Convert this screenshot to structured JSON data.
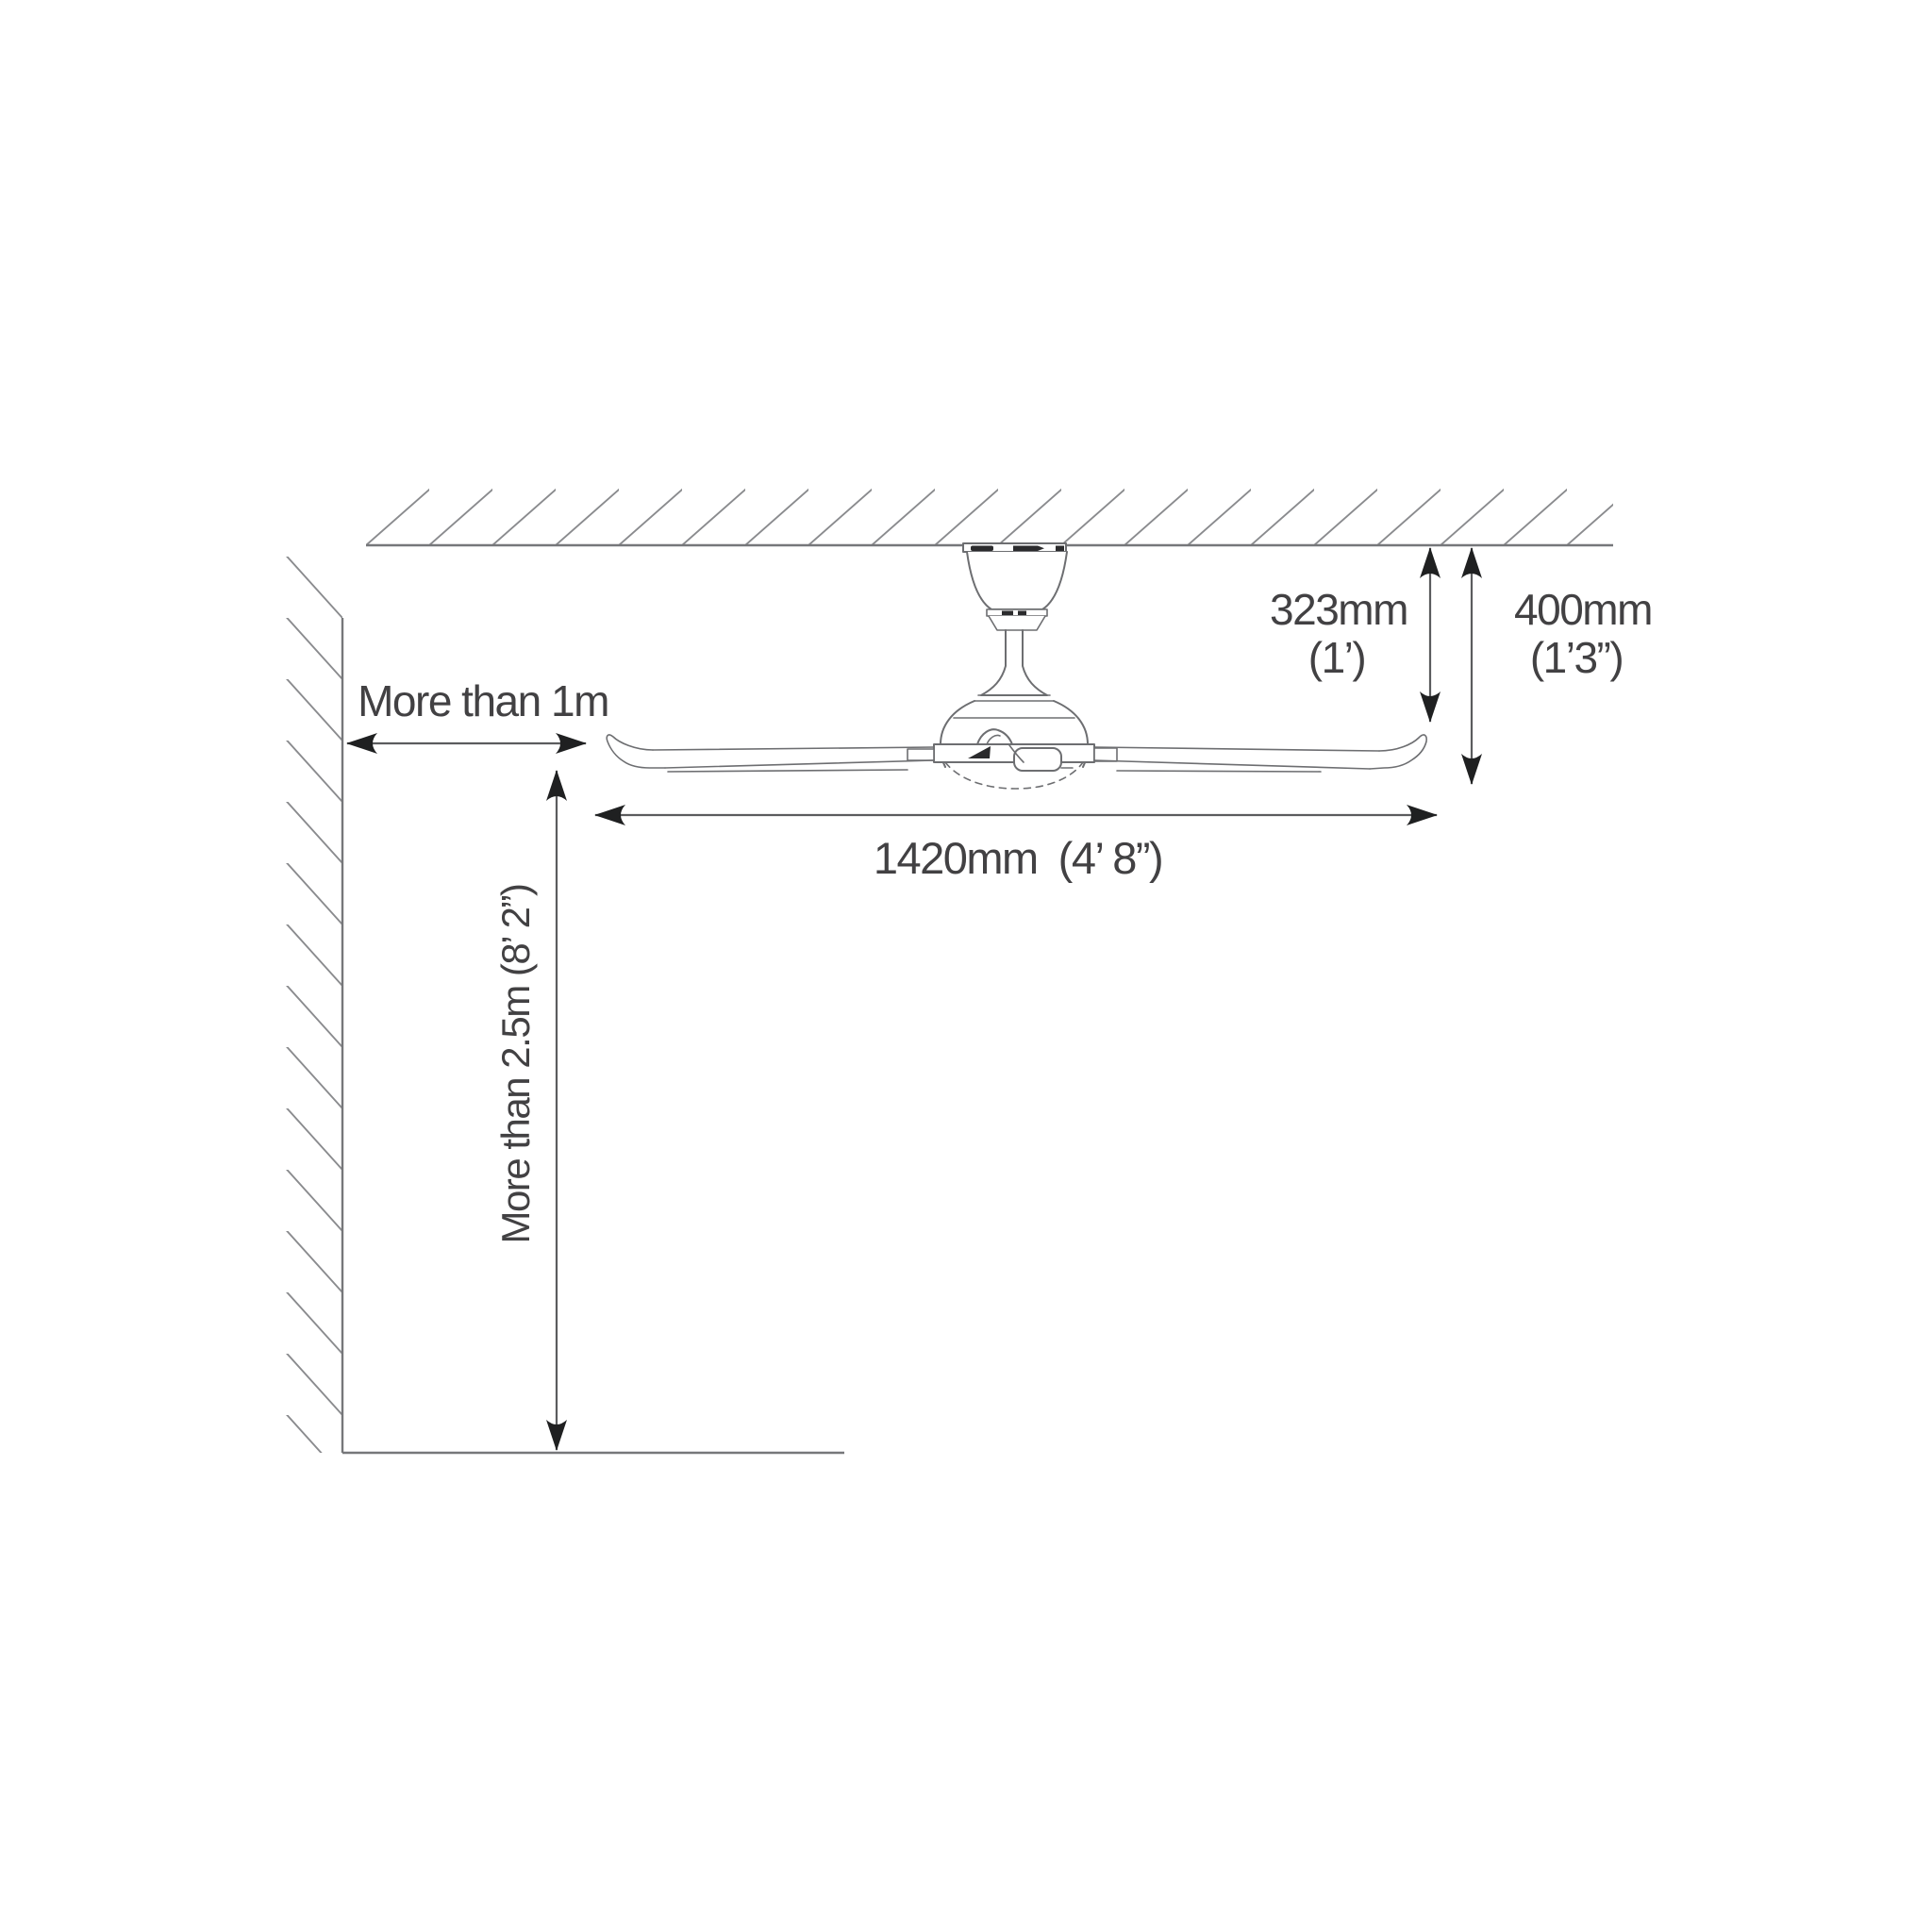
{
  "diagram": {
    "subject": "ceiling fan installation clearance diagram",
    "labels": {
      "wall_clearance": "More than 1m",
      "floor_clearance": "More than 2.5m (8’ 2”)",
      "ceiling_to_blades_metric": "323mm",
      "ceiling_to_blades_imperial": "(1’)",
      "ceiling_to_bottom_metric": "400mm",
      "ceiling_to_bottom_imperial": "(1’3”)",
      "blade_sweep": "1420mm (4’ 8”)"
    },
    "measurements": [
      {
        "name": "wall-to-blade-clearance",
        "value": "More than 1m"
      },
      {
        "name": "floor-to-blade-clearance",
        "value": "More than 2.5m",
        "imperial": "8’ 2”"
      },
      {
        "name": "ceiling-to-blade-drop",
        "value": "323mm",
        "imperial": "1’"
      },
      {
        "name": "ceiling-to-fan-bottom-drop",
        "value": "400mm",
        "imperial": "1’3”"
      },
      {
        "name": "blade-sweep-diameter",
        "value": "1420mm",
        "imperial": "4’ 8”"
      }
    ],
    "colors": {
      "background": "#ffffff",
      "structure_line": "#76777a",
      "hatch_line": "#8a8b8e",
      "fan_line": "#6d6e71",
      "dimension_line": "#5b5c5e",
      "arrowhead": "#1f2021",
      "text": "#424143"
    }
  }
}
